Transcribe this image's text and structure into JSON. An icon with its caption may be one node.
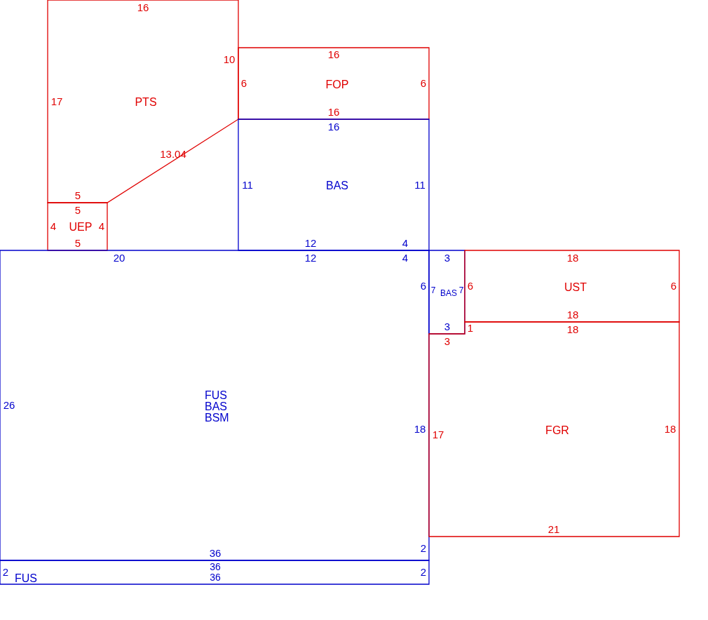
{
  "diagram": {
    "nodes": [
      {
        "text": [
          "PTS",
          "16",
          "10",
          "17",
          "13.04",
          "5"
        ]
      },
      {
        "text": [
          "FOP",
          "16",
          "6",
          "6",
          "16"
        ]
      },
      {
        "text": [
          "BAS",
          "16",
          "11",
          "11",
          "12",
          "4"
        ]
      },
      {
        "text": [
          "UEP",
          "5",
          "4",
          "4",
          "5"
        ]
      },
      {
        "text": [
          "FUS BAS BSM",
          "20",
          "12",
          "4",
          "26",
          "6",
          "18",
          "36",
          "2"
        ]
      },
      {
        "text": [
          "BAS",
          "3",
          "7",
          "7",
          "3"
        ]
      },
      {
        "text": [
          "UST",
          "18",
          "6",
          "6",
          "18"
        ]
      },
      {
        "text": [
          "FGR",
          "3",
          "1",
          "18",
          "17",
          "18",
          "21"
        ]
      },
      {
        "text": [
          "FUS",
          "36",
          "2",
          "36",
          "2"
        ]
      }
    ]
  }
}
